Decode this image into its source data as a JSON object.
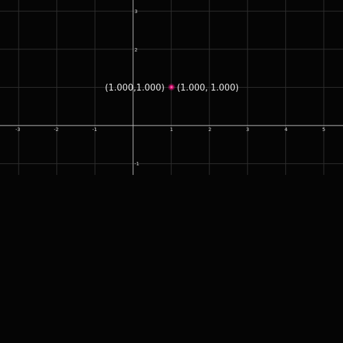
{
  "axes": {
    "x_ticks": [
      "-3",
      "-2",
      "-1",
      "1",
      "2",
      "3",
      "4",
      "5"
    ],
    "y_ticks": [
      "3",
      "2",
      "-1"
    ],
    "x_range": [
      -3.5,
      5.5
    ],
    "y_range": [
      -1.3,
      3.3
    ]
  },
  "point": {
    "x": 1.0,
    "y": 1.0,
    "color": "#e0187a",
    "left_label": "(1.000,1.000)",
    "right_label": "(1.000, 1.000)"
  },
  "colors": {
    "background": "#050505",
    "axis": "#bdbdbd",
    "grid": "#2f2f2f"
  }
}
